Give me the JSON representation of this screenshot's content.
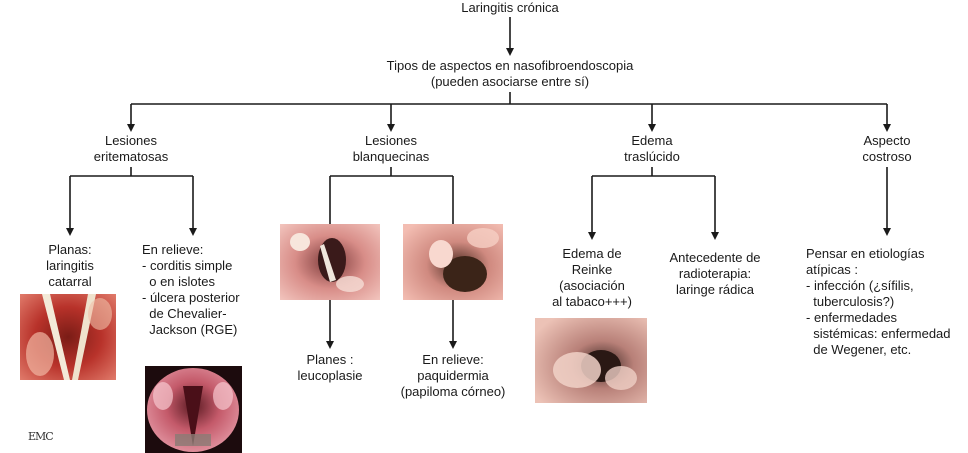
{
  "root": "Laringitis crónica",
  "level1": "Tipos de aspectos en nasofibroendoscopia\n(pueden asociarse entre sí)",
  "categories": {
    "eritematosas": "Lesiones\neritematosas",
    "blanquecinas": "Lesiones\nblanquecinas",
    "edema": "Edema\ntraslúcido",
    "costroso": "Aspecto\ncostroso"
  },
  "leaves": {
    "planas": "Planas:\nlaringitis\ncatarral",
    "en_relieve_erit": "En relieve:\n- corditis simple\n  o en islotes\n- úlcera posterior\n  de Chevalier-\n  Jackson (RGE)",
    "planes": "Planes :\nleucoplasie",
    "en_relieve_blanq": "En relieve:\npaquidermia\n(papiloma córneo)",
    "reinke": "Edema de\nReinke\n(asociación\nal tabaco+++)",
    "radioterapia": "Antecedente de\nradioterapia:\nlaringe rádica",
    "atipicas": "Pensar en etiologías\natípicas :\n- infección (¿sífilis,\n  tuberculosis?)\n- enfermedades\n  sistémicas: enfermedad\n  de Wegener, etc."
  },
  "logo": "EMC"
}
